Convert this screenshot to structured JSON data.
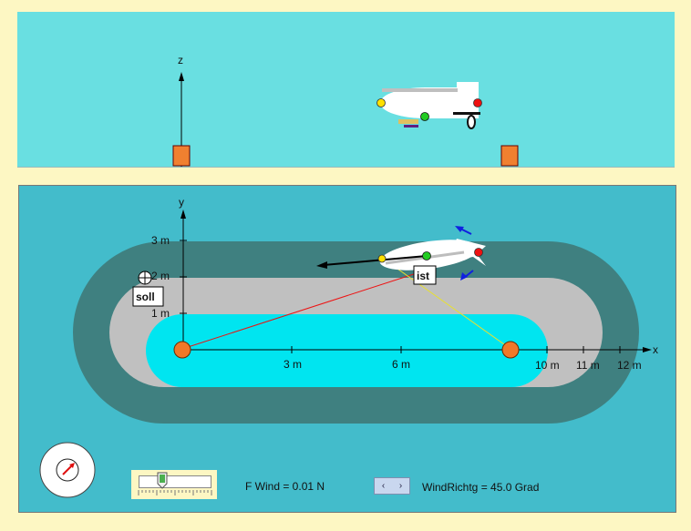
{
  "top_view": {
    "axis_label_z": "z"
  },
  "bottom_view": {
    "axis_label_x": "x",
    "axis_label_y": "y",
    "x_ticks": [
      "3 m",
      "6 m",
      "10 m",
      "11 m",
      "12 m"
    ],
    "y_ticks": [
      "3 m",
      "2 m",
      "1 m"
    ],
    "target_label": "soll",
    "actual_label": "ist"
  },
  "controls": {
    "wind_force_label": "F Wind =  0.01 N",
    "wind_direction_label": "WindRichtg = 45.0 Grad",
    "wind_slider_level": 0.3,
    "stepper_left": "‹",
    "stepper_right": "›"
  },
  "colors": {
    "top_background": "#69dfe1",
    "bottom_background": "#43bccb",
    "outer_track": "#3f8080",
    "middle_track": "#c0c0c0",
    "inner_pool": "#00e5f0",
    "anchor_marker": "#f07828",
    "pole_marker": "#f08030",
    "window_background": "#fdf7c3"
  },
  "icons": {
    "compass": "compass-icon",
    "crosshair": "crosshair-icon",
    "stepper": "arrow-left-right-icon"
  }
}
